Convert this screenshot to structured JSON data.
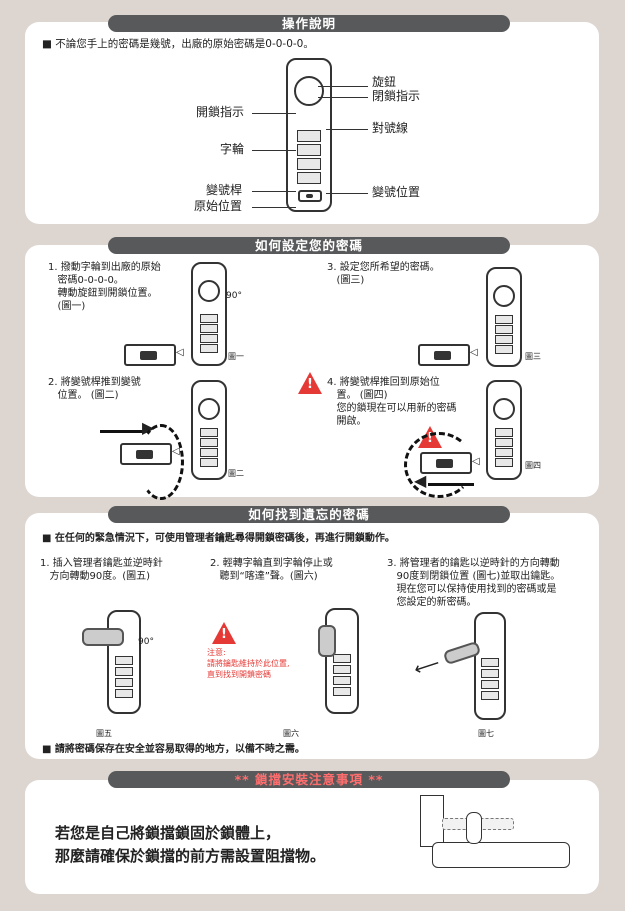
{
  "section1": {
    "title": "操作說明",
    "note": "■ 不論您手上的密碼是幾號，出廠的原始密碼是0-0-0-0。",
    "labels": {
      "knob": "旋鈕",
      "lock_indicator": "閉鎖指示",
      "open_indicator": "開鎖指示",
      "align_line": "對號線",
      "wheels": "字輪",
      "change_lever": "變號桿",
      "original_position": "原始位置",
      "change_position": "變號位置"
    }
  },
  "section2": {
    "title": "如何設定您的密碼",
    "step1": "1. 撥動字輪到出廠的原始\n   密碼0-0-0-0。\n   轉動旋鈕到開鎖位置。\n   (圖一)",
    "step2": "2. 將變號桿推到變號\n   位置。 (圖二)",
    "step3": "3. 設定您所希望的密碼。\n   (圖三)",
    "step4": "4. 將變號桿推回到原始位\n   置。 (圖四)\n   您的鎖現在可以用新的密碼\n   開啟。",
    "fig1": "圖一",
    "fig2": "圖二",
    "fig3": "圖三",
    "fig4": "圖四",
    "deg": "90°"
  },
  "section3": {
    "title": "如何找到遺忘的密碼",
    "note": "■ 在任何的緊急情況下，可使用管理者鑰匙尋得開鎖密碼後，再進行開鎖動作。",
    "step1": "1. 插入管理者鑰匙並逆時針\n   方向轉動90度。(圖五)",
    "step2": "2. 輕轉字輪直到字輪停止或\n   聽到“喀達”聲。(圖六)",
    "step3": "3. 將管理者的鑰匙以逆時針的方向轉動\n   90度到閉鎖位置 (圖七)並取出鑰匙。\n   現在您可以保持使用找到的密碼或是\n   您設定的新密碼。",
    "warn_title": "注意:",
    "warn_text": "請將鑰匙維持於此位置,\n直到找到開鎖密碼",
    "fig5": "圖五",
    "fig6": "圖六",
    "fig7": "圖七",
    "deg": "90°",
    "footer": "■ 請將密碼保存在安全並容易取得的地方，以備不時之需。"
  },
  "section4": {
    "title": "** 鎖擋安裝注意事項 **",
    "line1": "若您是自己將鎖擋鎖固於鎖體上，",
    "line2": "那麼請確保於鎖擋的前方需設置阻擋物。"
  },
  "colors": {
    "page_bg": "#ddd6d0",
    "pill_bg": "#58595b",
    "warning": "#e53935",
    "title_red": "#ff6e6e"
  }
}
